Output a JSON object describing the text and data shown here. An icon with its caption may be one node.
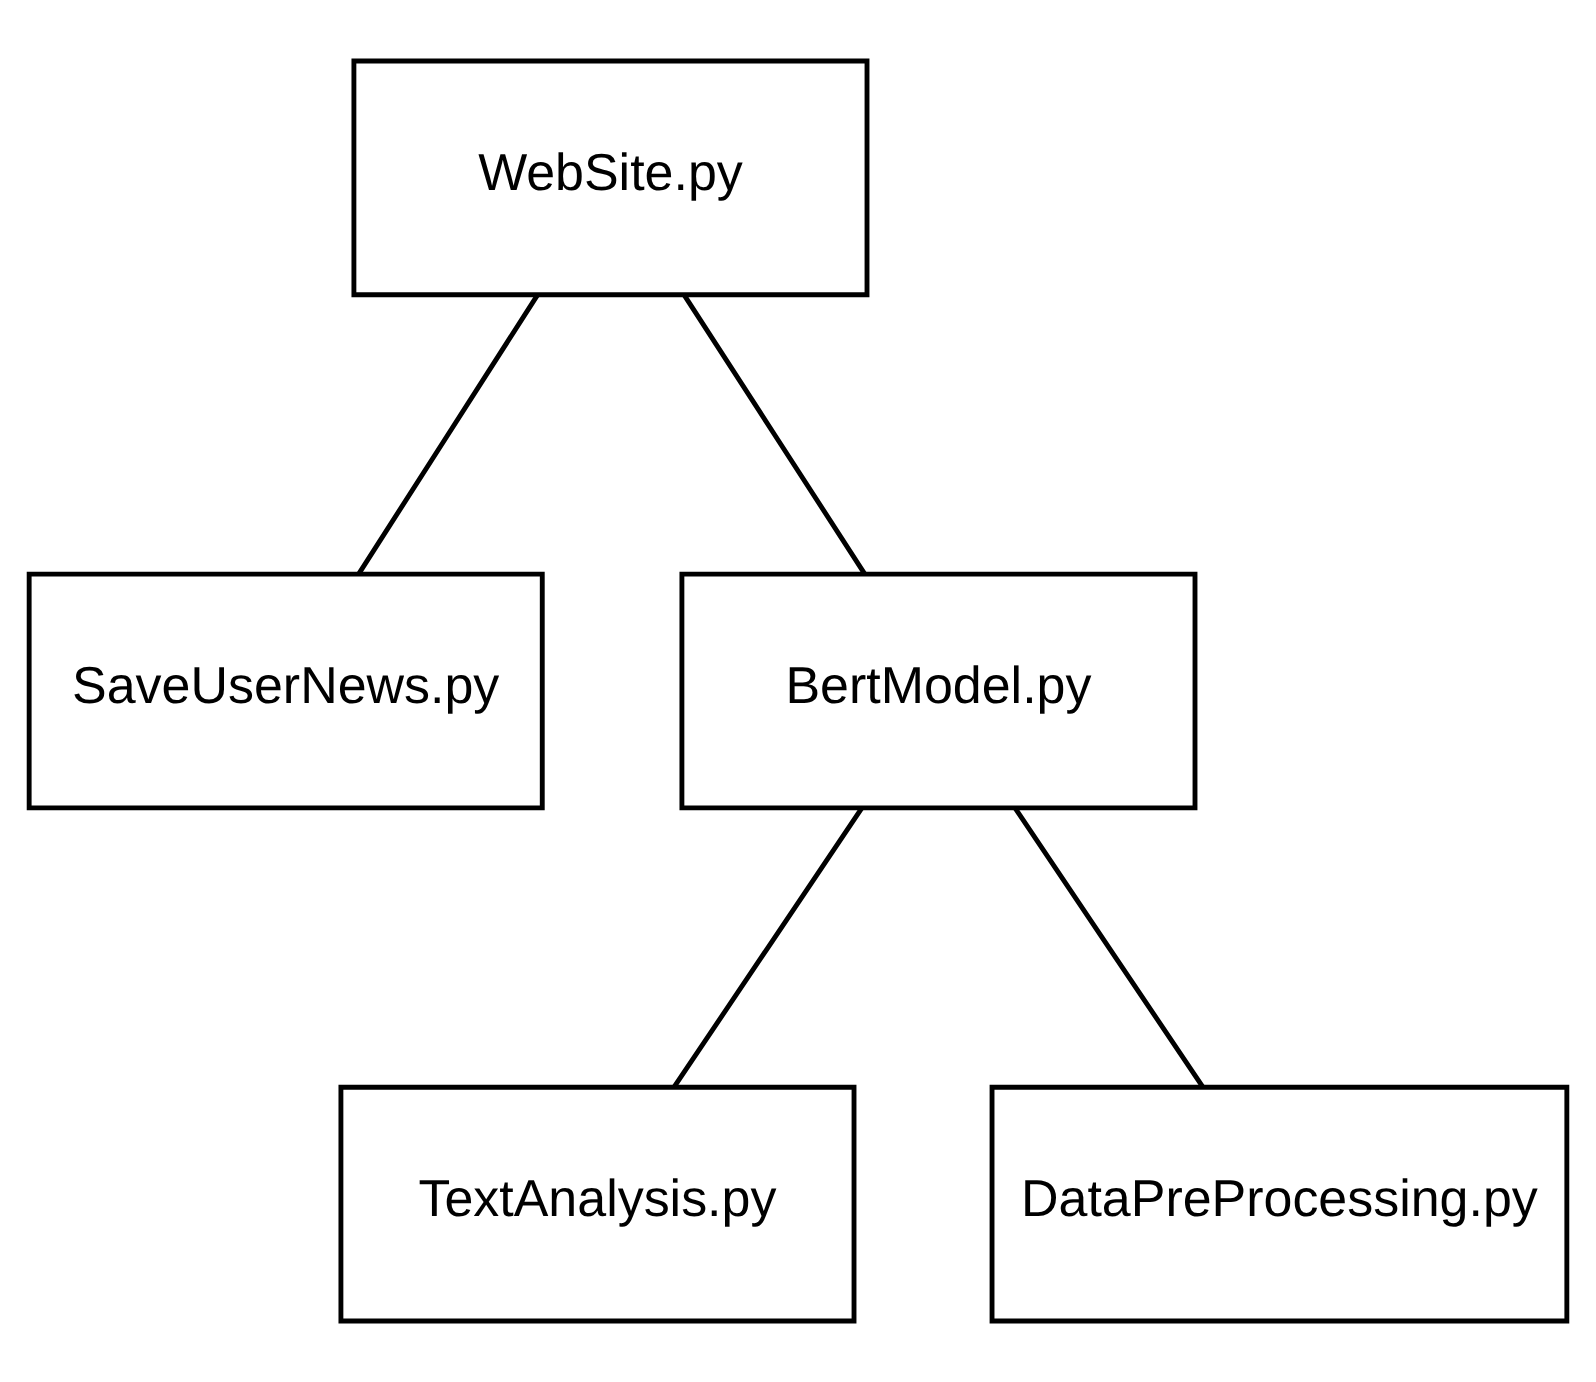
{
  "diagram": {
    "nodes": [
      {
        "text": [
          "WebSite.py"
        ]
      },
      {
        "text": [
          "SaveUserNews.py"
        ]
      },
      {
        "text": [
          "BertModel.py"
        ]
      },
      {
        "text": [
          "TextAnalysis.py"
        ]
      },
      {
        "text": [
          "DataPreProcessing.py"
        ]
      }
    ],
    "edges": [
      {
        "from": 0,
        "to": 1,
        "arrow": "none"
      },
      {
        "from": 0,
        "to": 2,
        "arrow": "none"
      },
      {
        "from": 2,
        "to": 3,
        "arrow": "none"
      },
      {
        "from": 2,
        "to": 4,
        "arrow": "none"
      }
    ]
  }
}
